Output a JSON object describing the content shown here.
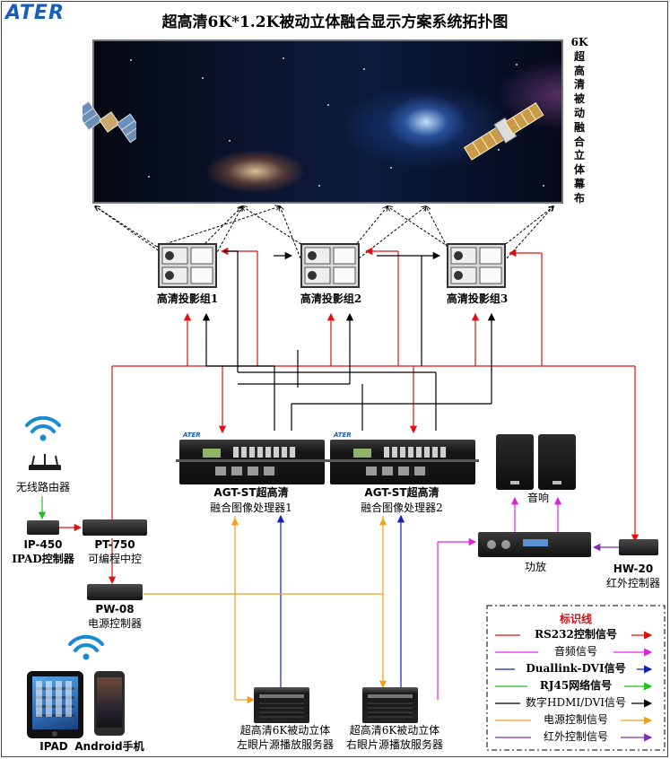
{
  "header": {
    "logo": "ATER",
    "title": "超高清6K*1.2K被动立体融合显示方案系统拓扑图"
  },
  "screen": {
    "label": "6K超高清被动融合立体幕布"
  },
  "projector_groups": [
    {
      "label": "高清投影组1"
    },
    {
      "label": "高清投影组2"
    },
    {
      "label": "高清投影组3"
    }
  ],
  "processors": [
    {
      "brand": "ATER",
      "line1": "AGT-ST超高清",
      "line2": "融合图像处理器1"
    },
    {
      "brand": "ATER",
      "line1": "AGT-ST超高清",
      "line2": "融合图像处理器2"
    }
  ],
  "audio": {
    "speaker_label": "音响",
    "amp_label": "功放"
  },
  "devices": {
    "router_label": "无线路由器",
    "ip450_model": "IP-450",
    "ip450_label": "IPAD控制器",
    "pt750_model": "PT-750",
    "pt750_label": "可编程中控",
    "pw08_model": "PW-08",
    "pw08_label": "电源控制器",
    "hw20_model": "HW-20",
    "hw20_label": "红外控制器",
    "ipad_label": "IPAD",
    "android_label": "Android手机"
  },
  "servers": [
    {
      "line1": "超高清6K被动立体",
      "line2": "左眼片源播放服务器"
    },
    {
      "line1": "超高清6K被动立体",
      "line2": "右眼片源播放服务器"
    }
  ],
  "legend": {
    "title": "标识线",
    "items": [
      {
        "label": "RS232控制信号",
        "color": "#e01010"
      },
      {
        "label": "音频信号",
        "color": "#e020e0"
      },
      {
        "label": "Duallink-DVI信号",
        "color": "#1020c0"
      },
      {
        "label": "RJ45网络信号",
        "color": "#20c020"
      },
      {
        "label": "数字HDMI/DVI信号",
        "color": "#000000"
      },
      {
        "label": "电源控制信号",
        "color": "#f0a020"
      },
      {
        "label": "红外控制信号",
        "color": "#8030b0"
      }
    ]
  },
  "colors": {
    "rs232": "#e01010",
    "audio": "#e020e0",
    "dvi": "#1020c0",
    "rj45": "#20c020",
    "hdmi": "#000000",
    "power": "#f0a020",
    "ir": "#8030b0",
    "wifi": "#1a8ad4"
  }
}
